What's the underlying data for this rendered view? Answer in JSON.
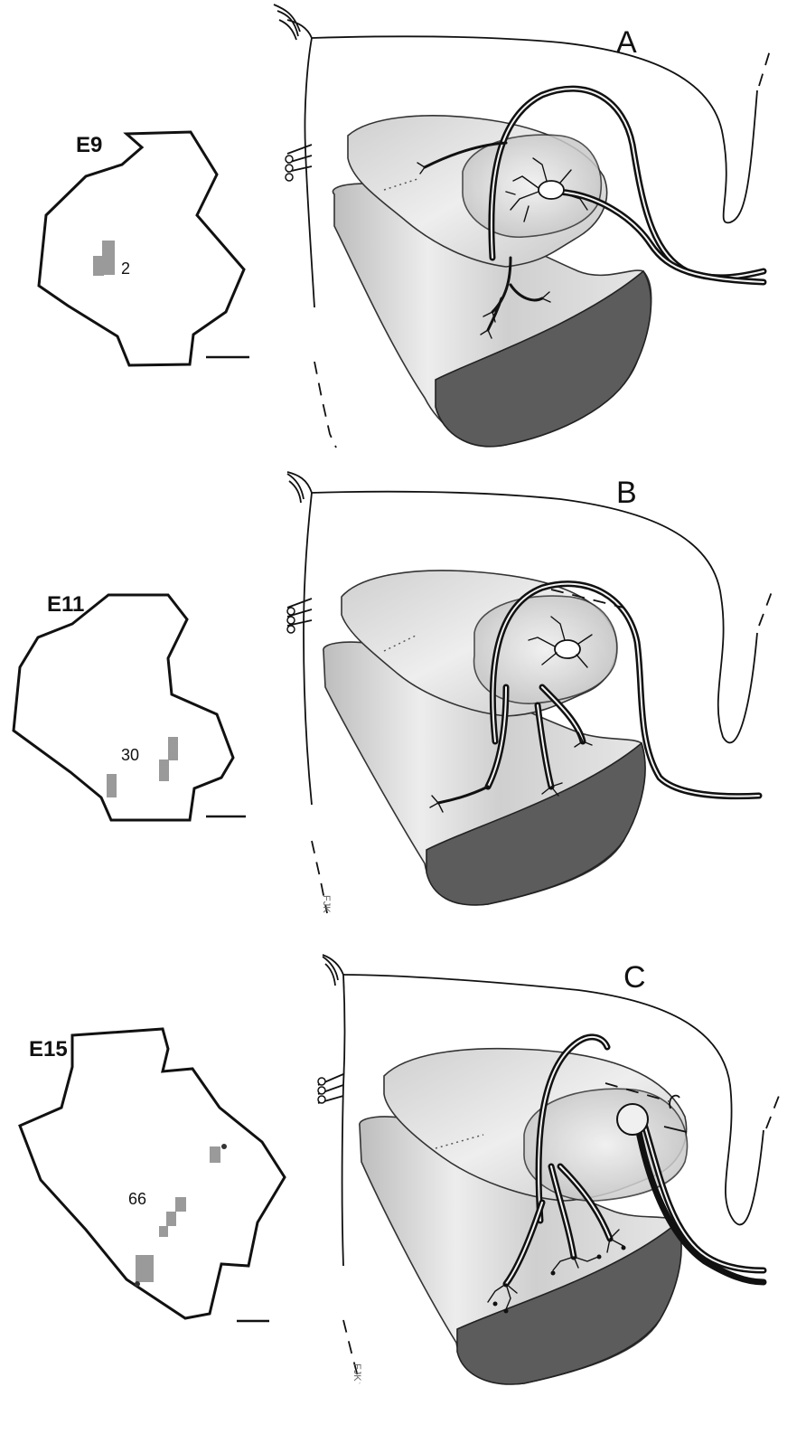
{
  "panels": [
    {
      "letter": "A",
      "stage": "E9",
      "count": "2"
    },
    {
      "letter": "B",
      "stage": "E11",
      "count": "30"
    },
    {
      "letter": "C",
      "stage": "E15",
      "count": "66"
    }
  ],
  "signature": "FJK",
  "colors": {
    "ink": "#111111",
    "patch": "#9a9a9a",
    "shading": "#d8d8d8",
    "fold": "#5c5c5c"
  }
}
